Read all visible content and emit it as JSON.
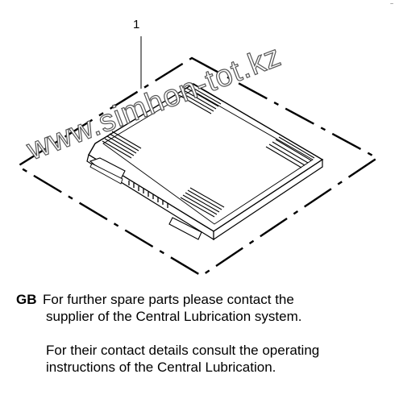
{
  "drawing": {
    "callout_number": "1",
    "corner_mark": "~"
  },
  "watermark": {
    "text": "www.simhon-tot.kz"
  },
  "note": {
    "language_code": "GB",
    "paragraph_1_line_1": "For further spare parts please contact the",
    "paragraph_1_line_2": "supplier of the Central Lubrication system.",
    "paragraph_2_line_1": "For their contact details consult the operating",
    "paragraph_2_line_2": "instructions of the Central Lubrication."
  }
}
